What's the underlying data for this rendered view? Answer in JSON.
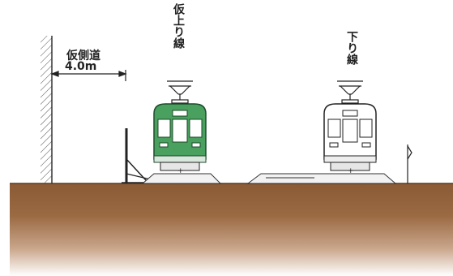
{
  "labels": {
    "temporary_up_line": "仮上り線",
    "down_line": "下り線",
    "temporary_walkway": "仮側道",
    "walkway_width": "4.0m"
  },
  "colors": {
    "ground_top": "#8d5a35",
    "ground_fade": "#ffffff",
    "train_up": "#3e9a57",
    "train_down": "#ffffff",
    "outline": "#222222"
  }
}
